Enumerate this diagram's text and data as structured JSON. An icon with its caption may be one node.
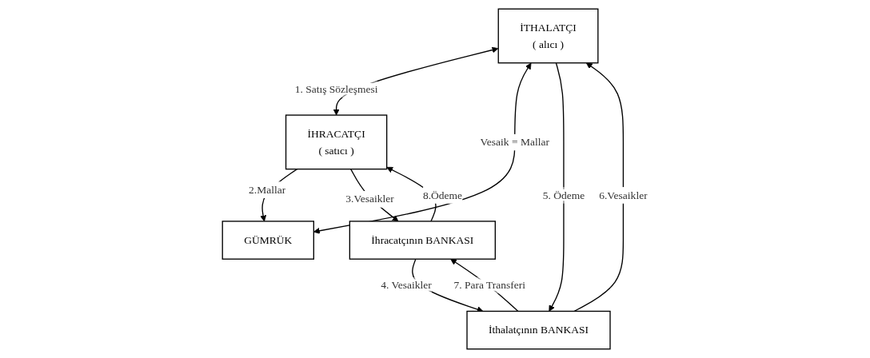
{
  "diagram": {
    "nodes": [
      {
        "text": [
          "İTHALATÇI",
          "( alıcı )"
        ]
      },
      {
        "text": [
          "İHRACATÇI",
          "( satıcı )"
        ]
      },
      {
        "text": [
          "GÜMRÜK"
        ]
      },
      {
        "text": [
          "İthalatçının BANKASI"
        ]
      },
      {
        "text": [
          "İhracatçının BANKASI"
        ]
      }
    ],
    "edges": [
      {
        "from": 0,
        "to": 1,
        "arrow": "both",
        "label": "1. Satış Sözleşmesi"
      },
      {
        "from": 0,
        "to": 2,
        "arrow": "both",
        "label": "Vesaik = Mallar"
      },
      {
        "from": 1,
        "to": 2,
        "arrow": "to",
        "label": "2.Mallar"
      },
      {
        "from": 1,
        "to": 4,
        "arrow": "to",
        "label": "3.Vesaikler"
      },
      {
        "from": 4,
        "to": 3,
        "arrow": "to",
        "label": "4. Vesaikler"
      },
      {
        "from": 0,
        "to": 3,
        "arrow": "to",
        "label": "5. Ödeme"
      },
      {
        "from": 3,
        "to": 0,
        "arrow": "to",
        "label": "6.Vesaikler"
      },
      {
        "from": 3,
        "to": 4,
        "arrow": "to",
        "label": "7. Para Transferi"
      },
      {
        "from": 4,
        "to": 1,
        "arrow": "to",
        "label": "8.Ödeme"
      }
    ]
  }
}
